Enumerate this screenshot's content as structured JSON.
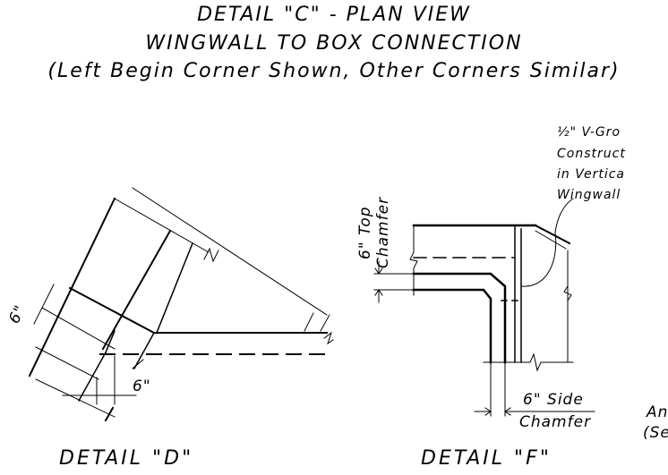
{
  "title": {
    "line1": "DETAIL \"C\" - PLAN VIEW",
    "line2": "WINGWALL TO BOX CONNECTION",
    "line3": "(Left Begin Corner Shown, Other Corners Similar)"
  },
  "note": {
    "line1": "½\" V-Gro",
    "line2": "Construct",
    "line3": "in Vertica",
    "line4": "Wingwall"
  },
  "detail_d": {
    "caption": "DETAIL \"D\"",
    "dim_a": "6\"",
    "dim_b": "6\""
  },
  "detail_f": {
    "caption": "DETAIL \"F\"",
    "top_chamfer_1": "6\" Top",
    "top_chamfer_2": "Chamfer",
    "side_chamfer_1": "6\" Side",
    "side_chamfer_2": "Chamfer"
  },
  "right_note": {
    "line1": "An",
    "line2": "(Se"
  }
}
